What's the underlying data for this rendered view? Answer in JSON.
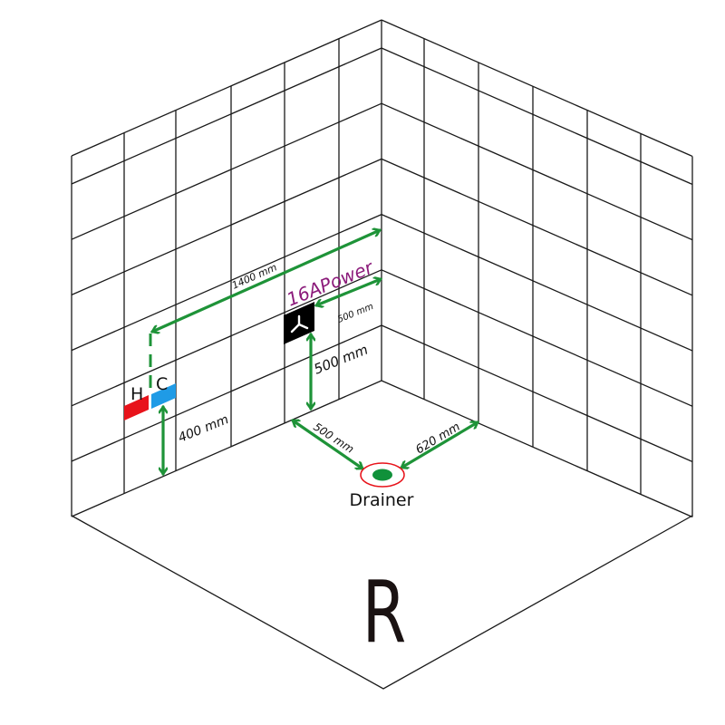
{
  "room_label": "R",
  "fixtures": {
    "hot_label": "H",
    "cold_label": "C",
    "power_label": "16APower",
    "drainer_label": "Drainer"
  },
  "dimensions": {
    "faucet_to_corner": "1400 mm",
    "power_to_corner": "500 mm",
    "power_height": "500 mm",
    "faucet_height": "400 mm",
    "drain_from_left_wall": "500 mm",
    "drain_from_right_wall": "620 mm"
  },
  "colors": {
    "hot": "#e8131b",
    "cold": "#1f9be6",
    "arrow": "#1e9338",
    "power_text": "#8b1a7a",
    "drain_ring": "#e8131b",
    "drain_fill": "#10913a"
  }
}
